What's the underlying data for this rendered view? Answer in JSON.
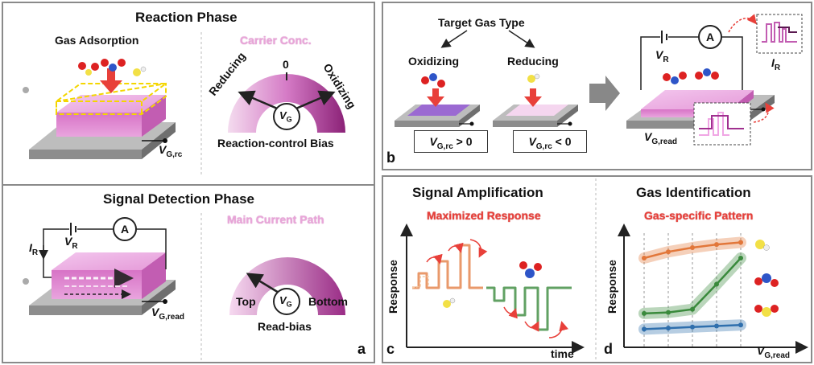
{
  "panel_a": {
    "reaction_phase_title": "Reaction Phase",
    "gas_adsorption_label": "Gas Adsorption",
    "vg_rc_main": "V",
    "vg_rc_sub": "G,rc",
    "carrier_conc_title": "Carrier Conc.",
    "gauge1_zero": "0",
    "gauge1_left": "Reducing",
    "gauge1_right": "Oxidizing",
    "vg_main": "V",
    "vg_sub": "G",
    "reaction_control_bias": "Reaction-control Bias",
    "signal_detection_title": "Signal Detection Phase",
    "ir_main": "I",
    "ir_sub": "R",
    "vr_main": "V",
    "vr_sub": "R",
    "ammeter": "A",
    "vg_read_main": "V",
    "vg_read_sub": "G,read",
    "main_current_path_title": "Main Current Path",
    "gauge2_left": "Top",
    "gauge2_right": "Bottom",
    "read_bias": "Read-bias",
    "panel_letter": "a"
  },
  "panel_b": {
    "target_gas_type": "Target Gas Type",
    "oxidizing": "Oxidizing",
    "reducing": "Reducing",
    "box1_main": "V",
    "box1_sub": "G,rc",
    "box1_tail": " > 0",
    "box2_main": "V",
    "box2_sub": "G,rc",
    "box2_tail": " < 0",
    "ammeter": "A",
    "vr_main": "V",
    "vr_sub": "R",
    "ir_main": "I",
    "ir_sub": "R",
    "vg_read_main": "V",
    "vg_read_sub": "G,read",
    "panel_letter": "b"
  },
  "panel_c": {
    "title": "Signal Amplification",
    "subtitle": "Maximized Response",
    "ylabel": "Response",
    "xlabel": "time",
    "panel_letter": "c"
  },
  "panel_d": {
    "title": "Gas Identification",
    "subtitle": "Gas-specific Pattern",
    "ylabel": "Response",
    "xlabel_main": "V",
    "xlabel_sub": "G,read",
    "panel_letter": "d"
  },
  "colors": {
    "pink": "#d97ecb",
    "purple": "#a0308f",
    "orange": "#e2773a",
    "green": "#3a8a3c",
    "blue": "#2f6fad",
    "red": "#e8403a"
  },
  "chart_data": {
    "type": "line",
    "x": [
      1,
      2,
      3,
      4,
      5
    ],
    "series": [
      {
        "values": [
          0.8,
          0.86,
          0.9,
          0.93,
          0.95
        ]
      },
      {
        "values": [
          0.27,
          0.28,
          0.31,
          0.55,
          0.8
        ]
      },
      {
        "values": [
          0.12,
          0.13,
          0.14,
          0.15,
          0.16
        ]
      }
    ],
    "ylim": [
      0,
      1
    ],
    "xlabel": "VG,read",
    "ylabel": "Response"
  }
}
